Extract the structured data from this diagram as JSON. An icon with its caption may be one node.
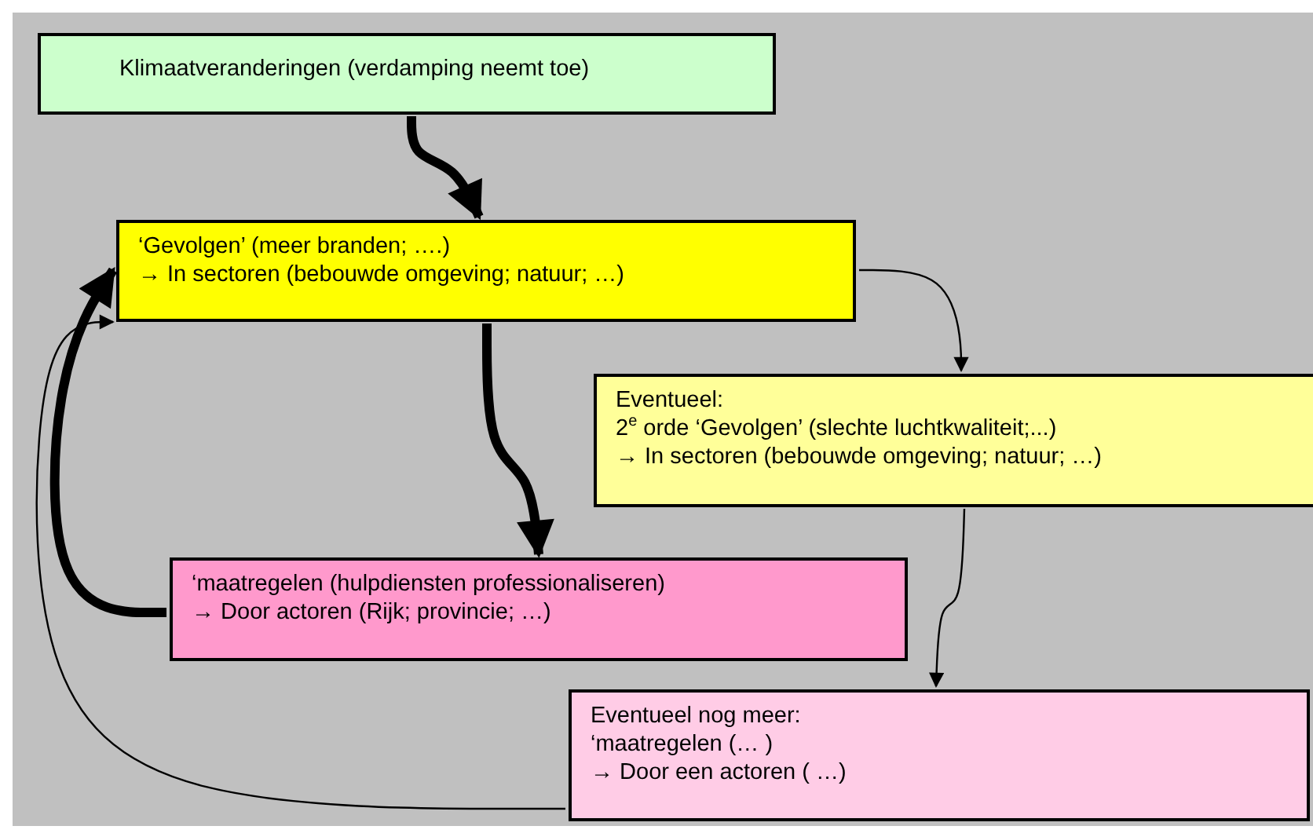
{
  "diagram": {
    "nodes": [
      {
        "text": [
          "Klimaatveranderingen (verdamping neemt toe)"
        ]
      },
      {
        "text": [
          "‘Gevolgen’ (meer branden; ….)",
          "→ In sectoren (bebouwde omgeving; natuur; …)"
        ]
      },
      {
        "text": [
          "Eventueel:",
          "2$^{e}$ orde ‘Gevolgen’ (slechte luchtkwaliteit;...)",
          "→ In sectoren (bebouwde omgeving; natuur; …)"
        ]
      },
      {
        "text": [
          "‘maatregelen (hulpdiensten professionaliseren)",
          "→ Door actoren (Rijk; provincie; …)"
        ]
      },
      {
        "text": [
          "Eventueel nog meer:",
          "‘maatregelen (… )",
          "→ Door een actoren ( …)"
        ]
      }
    ],
    "edges": [
      {
        "from": 0,
        "to": 1,
        "arrow": "to",
        "style": "thick"
      },
      {
        "from": 1,
        "to": 3,
        "arrow": "to",
        "style": "thick"
      },
      {
        "from": 3,
        "to": 1,
        "arrow": "to",
        "style": "thick"
      },
      {
        "from": 1,
        "to": 2,
        "arrow": "to"
      },
      {
        "from": 2,
        "to": 4,
        "arrow": "to"
      },
      {
        "from": 4,
        "to": 1,
        "arrow": "to"
      }
    ]
  }
}
